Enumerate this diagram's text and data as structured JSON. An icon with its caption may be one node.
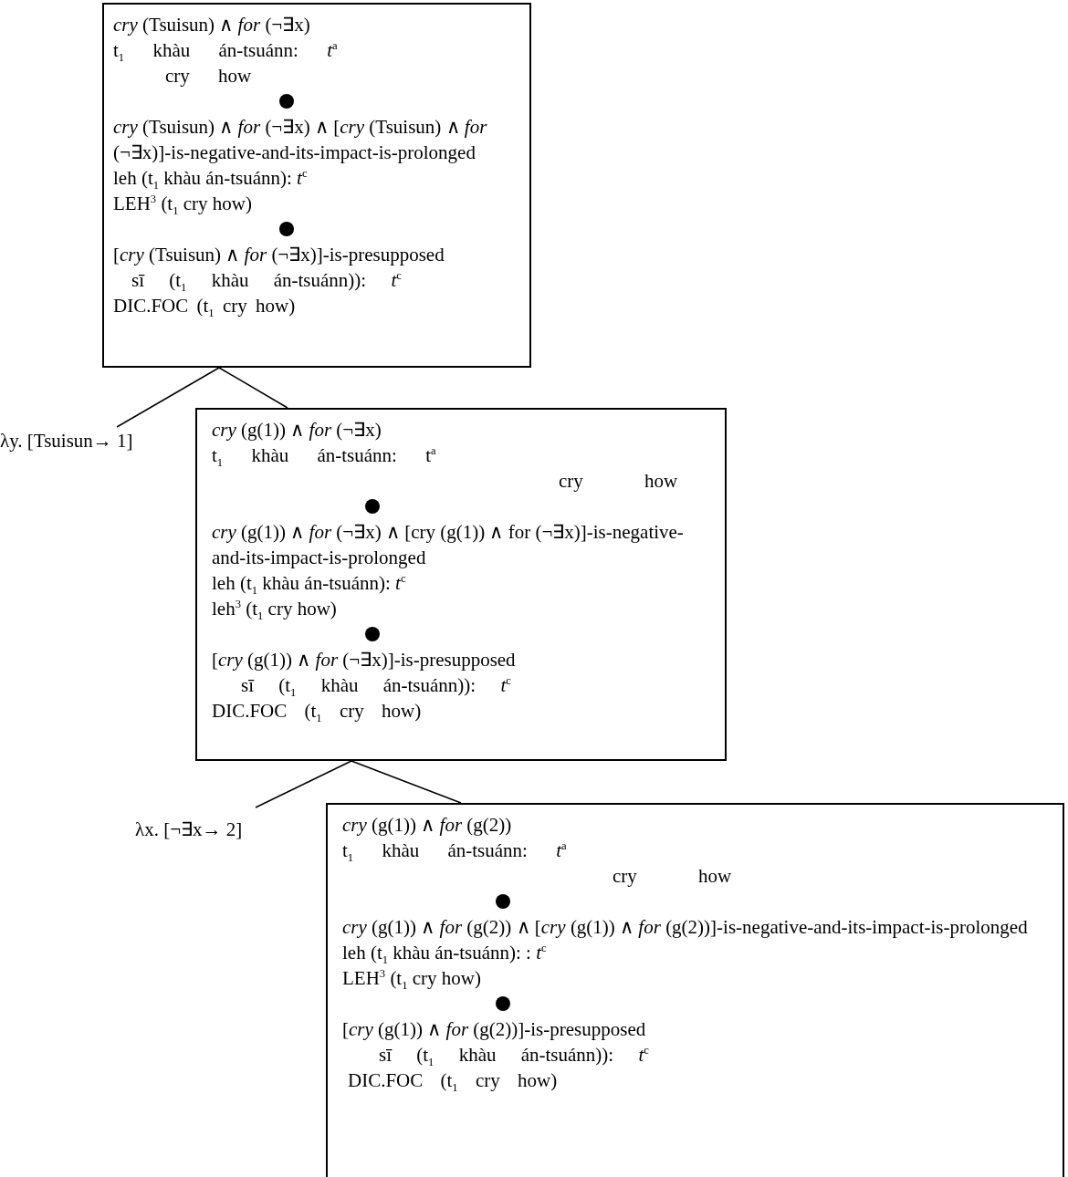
{
  "diagram": {
    "nodes": [
      {
        "text": [
          "*cry* (Tsuisun) ∧ *for* (¬∃x)",
          "t$_{1}$ khàu án-tsuánn: *t*$^{a}$",
          "cry how",
          "*cry* (Tsuisun) ∧ *for* (¬∃x) ∧ [*cry* (Tsuisun) ∧ *for* (¬∃x)]-is-negative-and-its-impact-is-prolonged",
          "leh (t$_{1}$ khàu án-tsuánn): *t*$^{c}$",
          "LEH$^{3}$ (t$_{1}$ cry how)",
          "[*cry* (Tsuisun) ∧ *for* (¬∃x)]-is-presupposed",
          "sī (t$_{1}$ khàu án-tsuánn)): *t*$^{c}$",
          "DIC.FOC (t$_{1}$ cry how)"
        ]
      },
      {
        "text": [
          "λy. [Tsuisun→ 1]"
        ]
      },
      {
        "text": [
          "*cry* (g(1)) ∧ *for* (¬∃x)",
          "t$_{1}$ khàu án-tsuánn: t$^{a}$",
          "cry how",
          "*cry* (g(1)) ∧ *for* (¬∃x) ∧ [cry (g(1)) ∧ for (¬∃x)]-is-negative-and-its-impact-is-prolonged",
          "leh (t$_{1}$ khàu án-tsuánn): *t*$^{c}$",
          "leh$^{3}$ (t$_{1}$ cry how)",
          "[*cry* (g(1)) ∧ *for* (¬∃x)]-is-presupposed",
          "sī (t$_{1}$ khàu án-tsuánn)): *t*$^{c}$",
          "DIC.FOC (t$_{1}$ cry how)"
        ]
      },
      {
        "text": [
          "λx. [¬∃x→ 2]"
        ]
      },
      {
        "text": [
          "*cry* (g(1)) ∧ *for* (g(2))",
          "t$_{1}$ khàu án-tsuánn: *t*$^{a}$",
          "cry how",
          "*cry* (g(1)) ∧ *for* (g(2)) ∧ [*cry* (g(1)) ∧ *for* (g(2))]-is-negative-and-its-impact-is-prolonged",
          "leh (t$_{1}$ khàu án-tsuánn): : *t*$^{c}$",
          "LEH$^{3}$ (t$_{1}$ cry how)",
          "[*cry* (g(1)) ∧ *for* (g(2))]-is-presupposed",
          "sī (t$_{1}$ khàu án-tsuánn)): *t*$^{c}$",
          "DIC.FOC (t$_{1}$ cry how)"
        ]
      }
    ],
    "edges": [
      {
        "from": 0,
        "to": 1,
        "arrow": "none"
      },
      {
        "from": 0,
        "to": 2,
        "arrow": "none"
      },
      {
        "from": 2,
        "to": 3,
        "arrow": "none"
      },
      {
        "from": 2,
        "to": 4,
        "arrow": "none"
      }
    ]
  }
}
